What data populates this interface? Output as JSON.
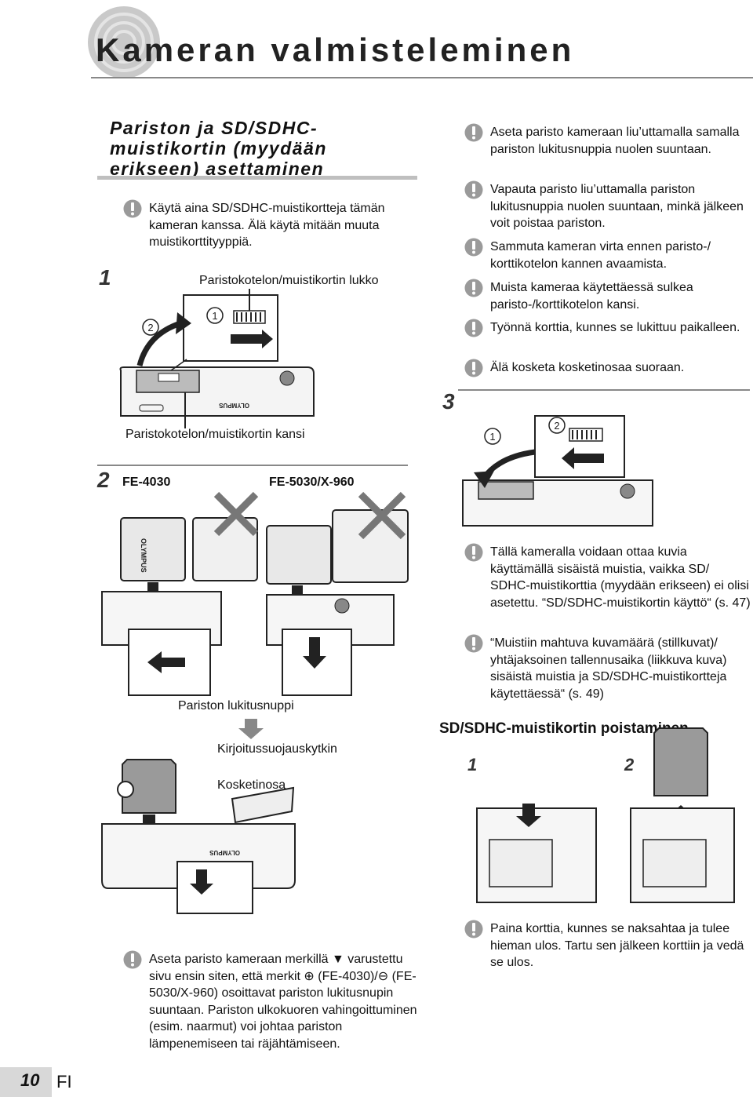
{
  "header": {
    "title": "Kameran valmisteleminen"
  },
  "section": {
    "title": "Pariston ja SD/SDHC-muistikortin (myydään erikseen) asettaminen"
  },
  "left_note": "Käytä aina SD/SDHC-muistikortteja tämän kameran kanssa. Älä käytä mitään muuta muistikorttityyppiä.",
  "step1": {
    "number": "1",
    "lock_label": "Paristokotelon/muistikortin lukko",
    "cover_label": "Paristokotelon/muistikortin kansi",
    "circle1": "1",
    "circle2": "2"
  },
  "step2": {
    "number": "2",
    "model_a": "FE-4030",
    "model_b": "FE-5030/X-960",
    "battery_lock_label": "Pariston lukitusnuppi",
    "write_protect_label": "Kirjoitussuojauskytkin",
    "contact_label": "Kosketinosa",
    "note": "Aseta paristo kameraan merkillä ▼ varustettu sivu ensin siten, että merkit ⊕ (FE-4030)/⊖ (FE-5030/X-960) osoittavat pariston lukitusnupin suuntaan. Pariston ulkokuoren vahingoittuminen (esim. naarmut) voi johtaa pariston lämpenemiseen tai räjähtämiseen."
  },
  "right_notes": [
    "Aseta paristo kameraan liu’uttamalla samalla pariston lukitusnuppia nuolen suuntaan.",
    "Vapauta paristo liu’uttamalla pariston lukitusnuppia nuolen suuntaan, minkä jälkeen voit poistaa pariston.",
    "Sammuta kameran virta ennen paristo-/ korttikotelon kannen avaamista.",
    "Muista kameraa käytettäessä sulkea paristo-/korttikotelon kansi.",
    "Työnnä korttia, kunnes se lukittuu paikalleen.",
    "Älä kosketa kosketinosaa suoraan."
  ],
  "step3": {
    "number": "3",
    "circle1": "1",
    "circle2": "2"
  },
  "memory_notes": [
    "Tällä kameralla voidaan ottaa kuvia käyttämällä sisäistä muistia, vaikka SD/ SDHC-muistikorttia (myydään erikseen) ei olisi asetettu. “SD/SDHC-muistikortin käyttö“ (s. 47)",
    "“Muistiin mahtuva kuvamäärä (stillkuvat)/ yhtäjaksoinen tallennusaika (liikkuva kuva) sisäistä muistia ja SD/SDHC-muistikortteja käytettäessä“ (s. 49)"
  ],
  "removal": {
    "heading": "SD/SDHC-muistikortin poistaminen",
    "step1": "1",
    "step2": "2",
    "note": "Paina korttia, kunnes se naksahtaa ja tulee hieman ulos. Tartu sen jälkeen korttiin ja vedä se ulos."
  },
  "brand": "OLYMPUS",
  "footer": {
    "page_number": "10",
    "language": "FI"
  }
}
